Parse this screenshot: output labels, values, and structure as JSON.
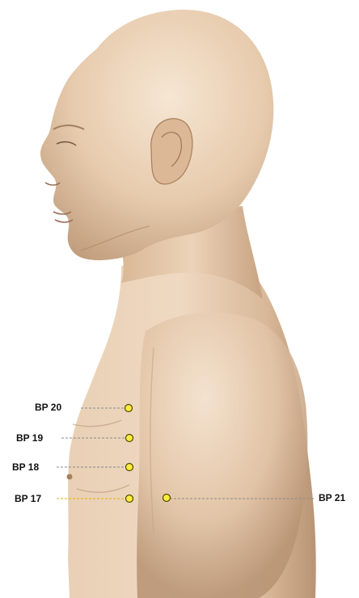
{
  "figure": {
    "subject": "human-torso-side-view",
    "skin_light": "#f1dcc6",
    "skin_mid": "#e2c3a5",
    "skin_shadow": "#b99576",
    "point_fill": "#ffeb3b",
    "point_stroke": "#4a4a00",
    "leader_color": "#8a8a8a",
    "highlight_leader_color": "#e0b000"
  },
  "points": [
    {
      "id": "bp20",
      "label": "BP 20"
    },
    {
      "id": "bp19",
      "label": "BP 19"
    },
    {
      "id": "bp18",
      "label": "BP 18"
    },
    {
      "id": "bp17",
      "label": "BP 17"
    },
    {
      "id": "bp21",
      "label": "BP 21"
    }
  ]
}
